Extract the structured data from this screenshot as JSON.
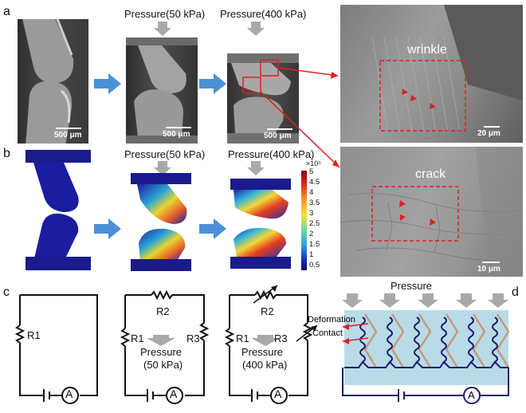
{
  "panels": {
    "a": "a",
    "b": "b",
    "c": "c",
    "d": "d"
  },
  "row_a": {
    "pressure_50": "Pressure(50 kPa)",
    "pressure_400": "Pressure(400 kPa)",
    "scale_1": "500 μm",
    "scale_2": "500 μm",
    "scale_3": "500 μm",
    "zoom_top_label": "wrinkle",
    "zoom_top_scale": "20 μm",
    "zoom_bottom_label": "crack",
    "zoom_bottom_scale": "10 μm"
  },
  "row_b": {
    "pressure_50": "Pressure(50 kPa)",
    "pressure_400": "Pressure(400 kPa)",
    "colorbar_exp": "×10⁵",
    "colorbar_ticks": [
      "5",
      "4.5",
      "4",
      "3.5",
      "3",
      "2.5",
      "2",
      "1.5",
      "1",
      "0.5"
    ]
  },
  "row_c": {
    "c1_r1": "R1",
    "c2_r2": "R2",
    "c2_r1": "R1",
    "c2_r3": "R3",
    "c2_pressure": "Pressure",
    "c2_value": "(50 kPa)",
    "c3_r2": "R2",
    "c3_r1": "R1",
    "c3_r3": "R3",
    "c3_pressure": "Pressure",
    "c3_value": "(400 kPa)",
    "ammeter": "A"
  },
  "row_d": {
    "pressure": "Pressure",
    "deformation": "Deformation",
    "contact": "Contact",
    "ammeter": "A"
  },
  "colors": {
    "arrow_blue": "#4a90d9",
    "red_box": "#e02020",
    "fem_blue": "#1a1a8c",
    "circuit": "#1a1a6e",
    "device_bg": "#b9dbe8"
  }
}
